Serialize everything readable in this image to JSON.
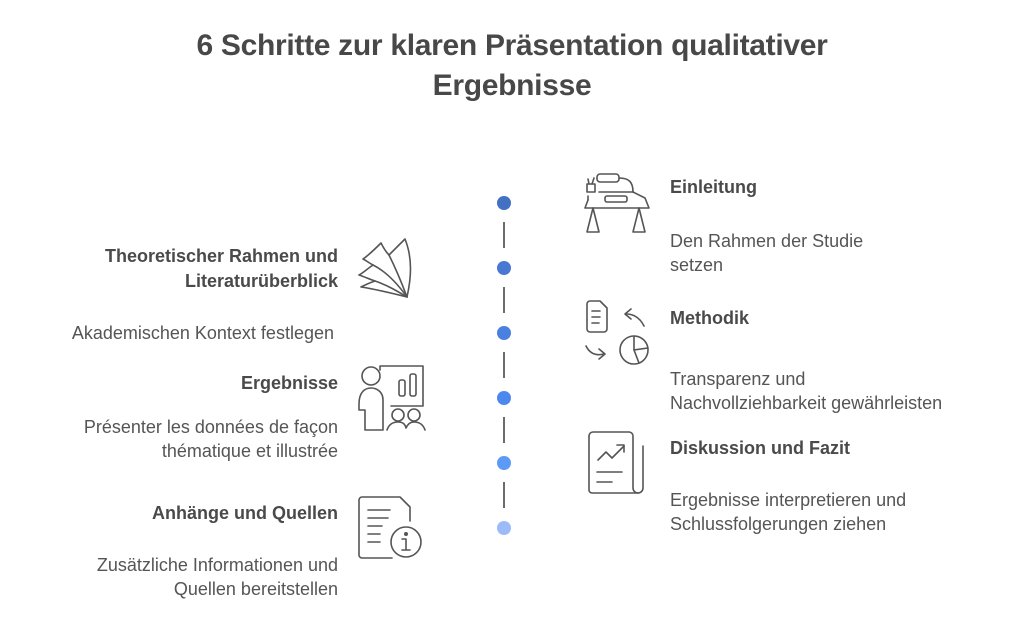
{
  "title": {
    "line1": "6 Schritte zur klaren Präsentation qualitativer",
    "line2": "Ergebnisse"
  },
  "timeline": {
    "dot_colors": [
      "#4271c4",
      "#4878d2",
      "#4a80e0",
      "#4c88ee",
      "#5c9af7",
      "#9bbcf8"
    ],
    "connector_color": "#6b6b6b"
  },
  "steps": [
    {
      "id": 1,
      "side": "right",
      "icon": "desk-lamp-icon",
      "heading": "Einleitung",
      "desc_line1": "Den Rahmen der Studie",
      "desc_line2": "setzen"
    },
    {
      "id": 2,
      "side": "left",
      "icon": "open-book-pages-icon",
      "heading_line1": "Theoretischer Rahmen und",
      "heading_line2": "Literaturüberblick",
      "desc_line1": "Akademischen Kontext festlegen"
    },
    {
      "id": 3,
      "side": "right",
      "icon": "document-pie-chart-cycle-icon",
      "heading": "Methodik",
      "desc_line1": "Transparenz und",
      "desc_line2": "Nachvollziehbarkeit gewährleisten"
    },
    {
      "id": 4,
      "side": "left",
      "icon": "presenter-chart-audience-icon",
      "heading": "Ergebnisse",
      "desc_line1": "Présenter les données de façon",
      "desc_line2": "thématique et illustrée"
    },
    {
      "id": 5,
      "side": "right",
      "icon": "report-trend-icon",
      "heading": "Diskussion und Fazit",
      "desc_line1": "Ergebnisse interpretieren und",
      "desc_line2": "Schlussfolgerungen ziehen"
    },
    {
      "id": 6,
      "side": "left",
      "icon": "document-info-icon",
      "heading": "Anhänge und Quellen",
      "desc_line1": "Zusätzliche Informationen und",
      "desc_line2": "Quellen bereitstellen"
    }
  ]
}
